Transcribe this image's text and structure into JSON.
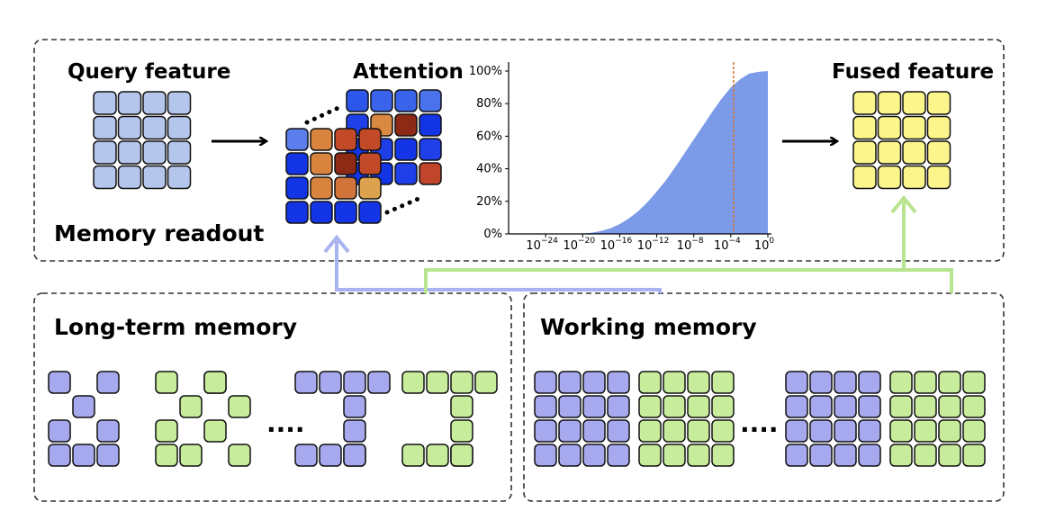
{
  "readout_panel": {
    "title": "Memory readout",
    "query_label": "Query feature",
    "attention_label": "Attention",
    "fused_label": "Fused feature"
  },
  "long_term_panel": {
    "title": "Long-term memory"
  },
  "working_panel": {
    "title": "Working memory"
  },
  "ellipsis": "....",
  "colors": {
    "query_cell": "#b4c6ec",
    "fused_cell": "#fbf58c",
    "key_blue": "#a7a9ee",
    "value_green": "#c7ec9b",
    "attention_blue": "#1435e6",
    "attention_light_blue": "#4a72ea",
    "arrow_blue": "#a9b3ef",
    "arrow_green": "#b8e58f",
    "curve_fill": "#7b9be8",
    "marker_line": "#d8702e"
  },
  "chart_data": {
    "type": "area",
    "x_scale": "log",
    "x_ticks": [
      "10^-24",
      "10^-20",
      "10^-16",
      "10^-12",
      "10^-8",
      "10^-4",
      "10^0"
    ],
    "x_tick_labels": [
      {
        "base": "10",
        "exp": "−24"
      },
      {
        "base": "10",
        "exp": "−20"
      },
      {
        "base": "10",
        "exp": "−16"
      },
      {
        "base": "10",
        "exp": "−12"
      },
      {
        "base": "10",
        "exp": "−8"
      },
      {
        "base": "10",
        "exp": "−4"
      },
      {
        "base": "10",
        "exp": "0"
      }
    ],
    "y_ticks": [
      "0%",
      "20%",
      "40%",
      "60%",
      "80%",
      "100%"
    ],
    "ylim": [
      0,
      100
    ],
    "xlim_exp": [
      -28,
      0
    ],
    "series": [
      {
        "x_exp": [
          -24,
          -22,
          -21,
          -20,
          -19,
          -18,
          -17,
          -16,
          -15,
          -14,
          -13,
          -12,
          -11,
          -10,
          -9,
          -8,
          -7,
          -6,
          -5,
          -4,
          -3,
          -2,
          -1,
          0
        ],
        "values": [
          0,
          0,
          0.1,
          0.3,
          0.8,
          1.8,
          3.5,
          6,
          9.5,
          14,
          19.5,
          26,
          33,
          41,
          49.5,
          58,
          66.5,
          75,
          83,
          90,
          95,
          98.5,
          99.5,
          100
        ]
      }
    ],
    "marker_x_exp": -3.7,
    "grid": false,
    "legend": "none"
  }
}
